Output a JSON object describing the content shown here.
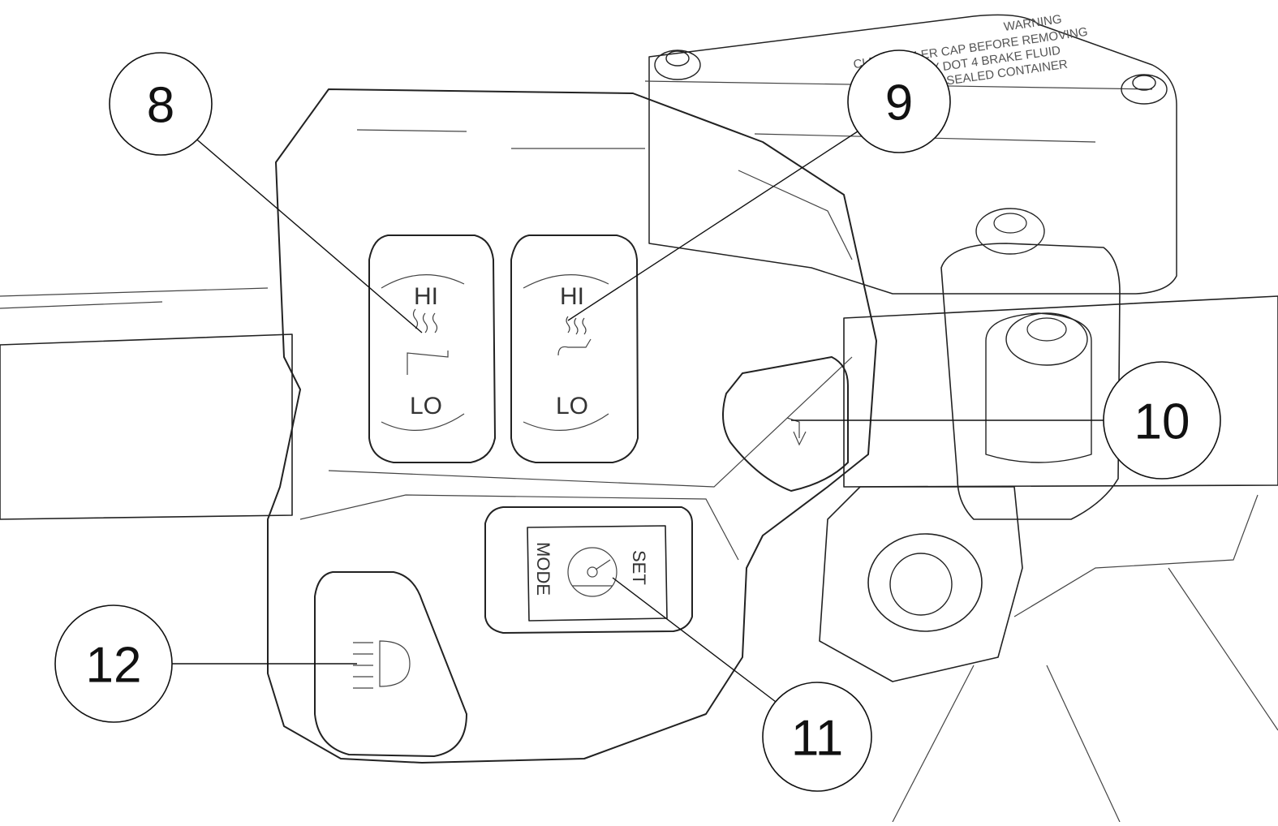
{
  "callouts": [
    {
      "id": "8",
      "label": "8"
    },
    {
      "id": "9",
      "label": "9"
    },
    {
      "id": "10",
      "label": "10"
    },
    {
      "id": "11",
      "label": "11"
    },
    {
      "id": "12",
      "label": "12"
    }
  ],
  "buttons": {
    "heat_left": {
      "top": "HI",
      "bottom": "LO"
    },
    "heat_right": {
      "top": "HI",
      "bottom": "LO"
    },
    "mode": {
      "left": "MODE",
      "right": "SET"
    }
  },
  "reservoir_cap": {
    "line1": "WARNING",
    "line2": "CLEAN FILLER CAP BEFORE REMOVING",
    "line3": "USE ONLY DOT 4 BRAKE FLUID",
    "line4": "FROM A SEALED CONTAINER"
  },
  "colors": {
    "line": "#222222",
    "housing_fill": "#f4f4f4",
    "button_fill": "#ebebeb",
    "bar_fill": "#f0f0f0",
    "background": "#ffffff"
  }
}
